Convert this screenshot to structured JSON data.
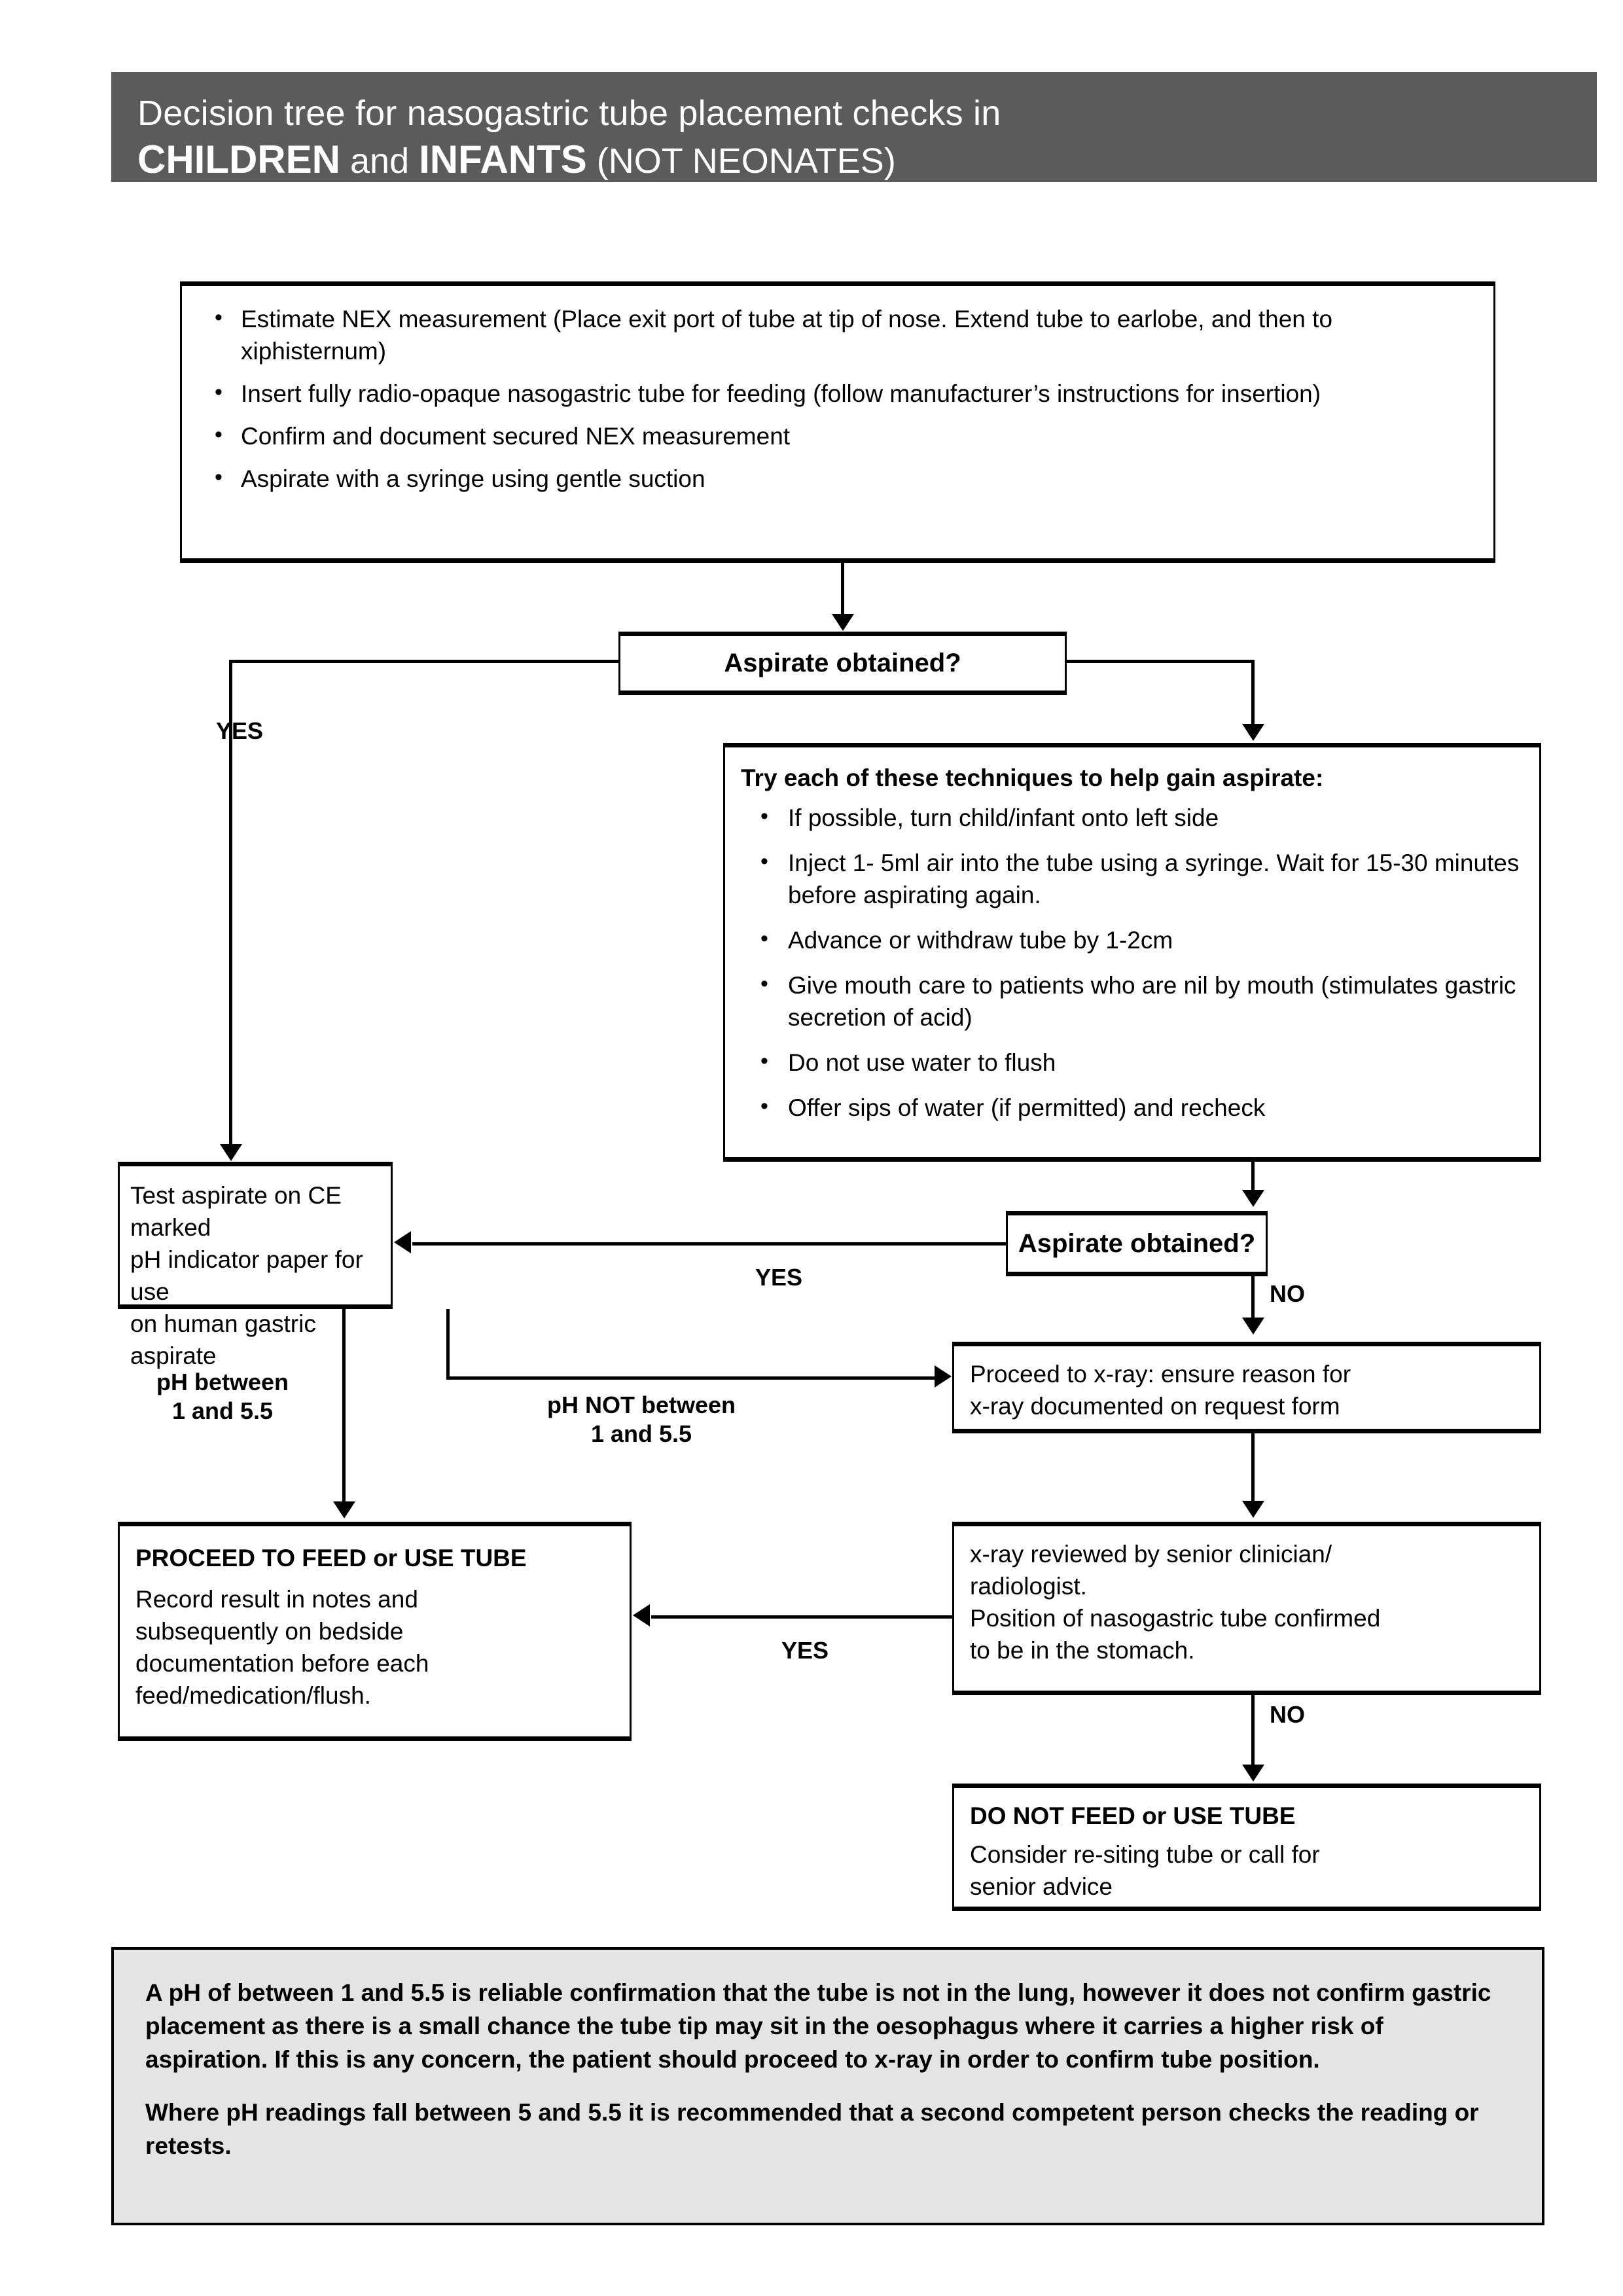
{
  "header": {
    "line1": "Decision tree for nasogastric tube placement checks in",
    "line2_bold_a": "CHILDREN",
    "line2_mid": " and ",
    "line2_bold_b": "INFANTS",
    "line2_tail": " (NOT NEONATES)",
    "bg_color": "#5b5b5b",
    "text_color": "#ffffff"
  },
  "initial_steps": {
    "bullets": [
      "Estimate NEX measurement (Place exit port of tube at tip of nose. Extend tube to earlobe, and then to xiphisternum)",
      "Insert fully radio-opaque nasogastric tube for feeding (follow manufacturer’s instructions for insertion)",
      "Confirm and document secured NEX measurement",
      "Aspirate with a syringe using gentle suction"
    ]
  },
  "decision1": {
    "label": "Aspirate obtained?"
  },
  "decision2": {
    "label": "Aspirate obtained?"
  },
  "techniques": {
    "heading": "Try each of these techniques to help gain aspirate:",
    "bullets": [
      "If possible, turn child/infant onto left side",
      "Inject 1- 5ml air into the tube using a syringe. Wait for 15-30 minutes before aspirating again.",
      "Advance or withdraw tube by 1-2cm",
      "Give mouth care to patients who are nil by mouth (stimulates gastric secretion of acid)",
      "Do not use water to flush",
      "Offer sips of water (if permitted) and recheck"
    ]
  },
  "test_aspirate": {
    "line1": "Test aspirate on CE marked",
    "line2": "pH indicator paper for use",
    "line3": "on human gastric aspirate"
  },
  "xray_request": {
    "line1": "Proceed to x-ray: ensure reason for",
    "line2": "x-ray documented on request form"
  },
  "proceed_feed": {
    "title": "PROCEED TO FEED or USE TUBE",
    "body_line1": "Record result in notes and",
    "body_line2": "subsequently on bedside",
    "body_line3": "documentation before each",
    "body_line4": "feed/medication/flush."
  },
  "xray_review": {
    "line1": "x-ray reviewed by senior clinician/",
    "line2": "radiologist.",
    "line3": "Position of nasogastric tube confirmed",
    "line4": "to be in the stomach."
  },
  "do_not_feed": {
    "title": "DO NOT FEED or USE TUBE",
    "body_line1": "Consider re-siting tube or call for",
    "body_line2": "senior advice"
  },
  "edge_labels": {
    "yes_top": "YES",
    "yes_mid": "YES",
    "yes_bottom": "YES",
    "no_mid": "NO",
    "no_bottom": "NO",
    "ph_between_l1": "pH between",
    "ph_between_l2": "1 and 5.5",
    "ph_not_between_l1": "pH NOT between",
    "ph_not_between_l2": "1 and 5.5"
  },
  "footer": {
    "paragraph1": "A pH of between 1 and 5.5 is reliable confirmation that the tube is not in the lung, however it does not confirm gastric placement as there is a small chance the tube tip may sit in the oesophagus where it carries a higher risk of aspiration. If this is any concern, the patient should proceed to x-ray in order to confirm tube position.",
    "paragraph2": "Where pH readings fall between 5 and 5.5 it is recommended that a second competent person checks the reading or retests.",
    "bg_color": "#e4e4e4"
  }
}
